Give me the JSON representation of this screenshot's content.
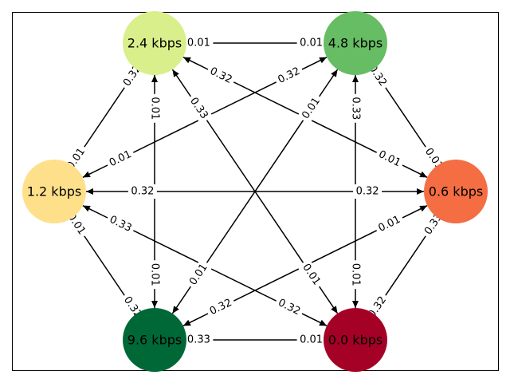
{
  "graph": {
    "nodes": [
      {
        "id": "n24",
        "label": "2.4 kbps",
        "color": "#d9ef8b"
      },
      {
        "id": "n48",
        "label": "4.8 kbps",
        "color": "#66bd63"
      },
      {
        "id": "n12",
        "label": "1.2 kbps",
        "color": "#fee08b"
      },
      {
        "id": "n06",
        "label": "0.6 kbps",
        "color": "#f46d43"
      },
      {
        "id": "n96",
        "label": "9.6 kbps",
        "color": "#006837"
      },
      {
        "id": "n00",
        "label": "0.0 kbps",
        "color": "#a50026"
      }
    ],
    "edges": [
      {
        "from": "n24",
        "to": "n48",
        "label_from": "0.01",
        "label_to": "0.01"
      },
      {
        "from": "n12",
        "to": "n24",
        "label_from": "0.01",
        "label_to": "0.32"
      },
      {
        "from": "n48",
        "to": "n06",
        "label_from": "0.32",
        "label_to": "0.01"
      },
      {
        "from": "n12",
        "to": "n06",
        "label_from": "0.32",
        "label_to": "0.32"
      },
      {
        "from": "n96",
        "to": "n00",
        "label_from": "0.33",
        "label_to": "0.01"
      },
      {
        "from": "n12",
        "to": "n96",
        "label_from": "0.01",
        "label_to": "0.32"
      },
      {
        "from": "n06",
        "to": "n00",
        "label_from": "0.33",
        "label_to": "0.32"
      },
      {
        "from": "n24",
        "to": "n96",
        "label_from": "0.01",
        "label_to": "0.01"
      },
      {
        "from": "n48",
        "to": "n00",
        "label_from": "0.33",
        "label_to": "0.01"
      },
      {
        "from": "n24",
        "to": "n06",
        "label_from": "0.32",
        "label_to": "0.01"
      },
      {
        "from": "n24",
        "to": "n00",
        "label_from": "0.33",
        "label_to": "0.01"
      },
      {
        "from": "n12",
        "to": "n48",
        "label_from": "0.01",
        "label_to": "0.32"
      },
      {
        "from": "n48",
        "to": "n96",
        "label_from": "0.01",
        "label_to": "0.01"
      },
      {
        "from": "n12",
        "to": "n00",
        "label_from": "0.33",
        "label_to": "0.32"
      },
      {
        "from": "n96",
        "to": "n06",
        "label_from": "0.32",
        "label_to": "0.01"
      }
    ]
  }
}
